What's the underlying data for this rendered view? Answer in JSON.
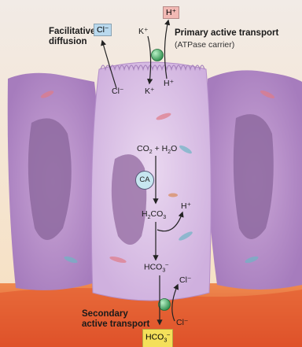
{
  "labels": {
    "facilitative_diffusion_line1": "Facilitative",
    "facilitative_diffusion_line2": "diffusion",
    "primary_active_transport": "Primary active transport",
    "atpase_carrier": "(ATPase carrier)",
    "secondary_active_transport_line1": "Secondary",
    "secondary_active_transport_line2": "active transport"
  },
  "ions": {
    "cl_top_box": "Cl⁻",
    "cl_left": "Cl⁻",
    "h_top_box": "H⁺",
    "k_left_top": "K⁺",
    "k_left_bottom": "K⁺",
    "h_right": "H⁺",
    "h_middle": "H⁺",
    "cl_bottom_right_top": "Cl⁻",
    "cl_bottom_right_bottom": "Cl⁻"
  },
  "chemistry": {
    "co2": "CO",
    "co2_sub": "2",
    "plus": " + H",
    "h2o_sub": "2",
    "h2o_end": "O",
    "ca": "CA",
    "h2co3_h": "H",
    "h2co3_sub1": "2",
    "h2co3_co": "CO",
    "h2co3_sub2": "3",
    "hco3": "HCO",
    "hco3_sub": "3",
    "hco3_sup": "–",
    "hco3_box": "HCO",
    "hco3_box_sub": "3",
    "hco3_box_sup": "–"
  },
  "colors": {
    "lumen_top": "#f6e6cf",
    "cell_body": "#dcc3e6",
    "cell_dark": "#b897cf",
    "nucleus": "#9d77a8",
    "blood": "#e0592e",
    "carrier": "#3aa05a",
    "cl_badge": "#b9d9ee",
    "h_badge": "#f2b9b4",
    "hco3_badge": "#f4e05a"
  }
}
